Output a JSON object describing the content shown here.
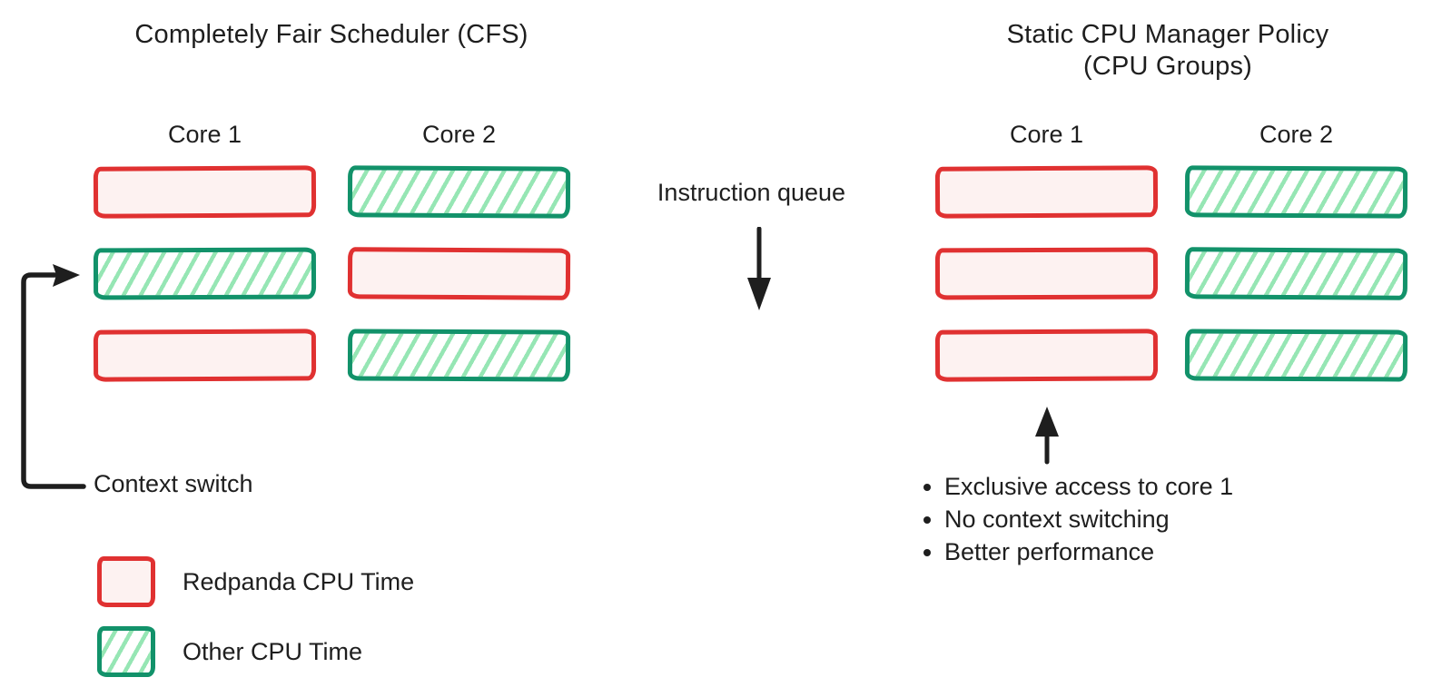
{
  "left_panel": {
    "title": "Completely Fair Scheduler (CFS)",
    "core_headers": [
      "Core 1",
      "Core 2"
    ],
    "slots": [
      [
        "redpanda",
        "other"
      ],
      [
        "other",
        "redpanda"
      ],
      [
        "redpanda",
        "other"
      ]
    ],
    "context_switch_label": "Context switch"
  },
  "queue": {
    "label": "Instruction queue"
  },
  "right_panel": {
    "title_line1": "Static CPU Manager Policy",
    "title_line2": "(CPU Groups)",
    "core_headers": [
      "Core 1",
      "Core 2"
    ],
    "slots": [
      [
        "redpanda",
        "other"
      ],
      [
        "redpanda",
        "other"
      ],
      [
        "redpanda",
        "other"
      ]
    ],
    "bullets": [
      "Exclusive access to core 1",
      "No context switching",
      "Better performance"
    ]
  },
  "legend": [
    {
      "swatch": "redpanda",
      "label": "Redpanda CPU Time"
    },
    {
      "swatch": "other",
      "label": "Other CPU Time"
    }
  ],
  "colors": {
    "ink": "#1e1e1e",
    "redpanda_border": "#e03131",
    "redpanda_fill": "#fdf2f1",
    "other_border": "#12926a",
    "other_hatch": "#96e6b4"
  }
}
